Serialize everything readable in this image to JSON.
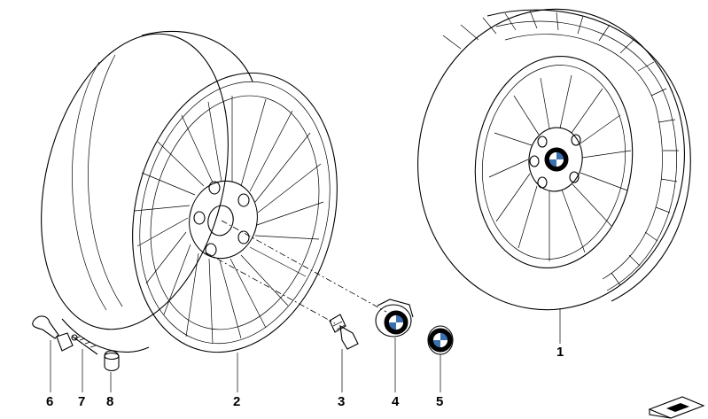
{
  "parts": [
    {
      "id": "tire",
      "label": "1"
    },
    {
      "id": "rim",
      "label": "2"
    },
    {
      "id": "wheel-bolt",
      "label": "3"
    },
    {
      "id": "hub-cap",
      "label": "4"
    },
    {
      "id": "emblem",
      "label": "5"
    },
    {
      "id": "valve",
      "label": "6"
    },
    {
      "id": "valve-core",
      "label": "7"
    },
    {
      "id": "valve-cap",
      "label": "8"
    }
  ],
  "colors": {
    "line": "#000000",
    "background": "#ffffff",
    "logo_blue": "#3a6fb0"
  },
  "icons": {
    "corner": "paper-stack-icon"
  }
}
